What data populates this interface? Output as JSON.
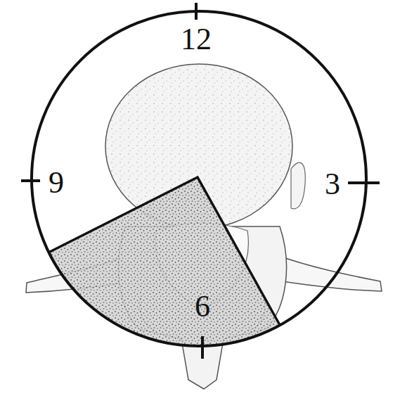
{
  "diagram": {
    "labels": [
      "12",
      "9",
      "3",
      "6"
    ]
  }
}
